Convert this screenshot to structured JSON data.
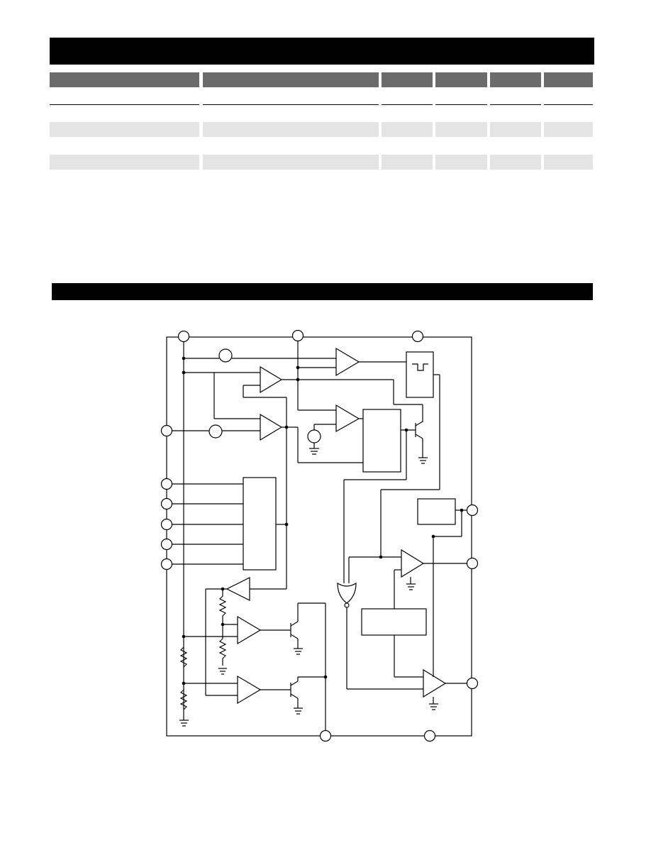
{
  "header_bar": {
    "text": ""
  },
  "ordering_table": {
    "columns": [
      "",
      "",
      "",
      "",
      "",
      ""
    ],
    "rows": [
      [
        "",
        "",
        "",
        "",
        "",
        ""
      ],
      [
        "",
        "",
        "",
        "",
        "",
        ""
      ],
      [
        "",
        "",
        "",
        "",
        "",
        ""
      ],
      [
        "",
        "",
        "",
        "",
        "",
        ""
      ]
    ]
  },
  "section_bar": {
    "text": ""
  },
  "block_diagram": {
    "components": [
      "pin-circle",
      "comparator",
      "pulse-generator",
      "logic-block",
      "npn-transistor",
      "resistor",
      "ground",
      "or-gate",
      "voltage-source"
    ]
  }
}
